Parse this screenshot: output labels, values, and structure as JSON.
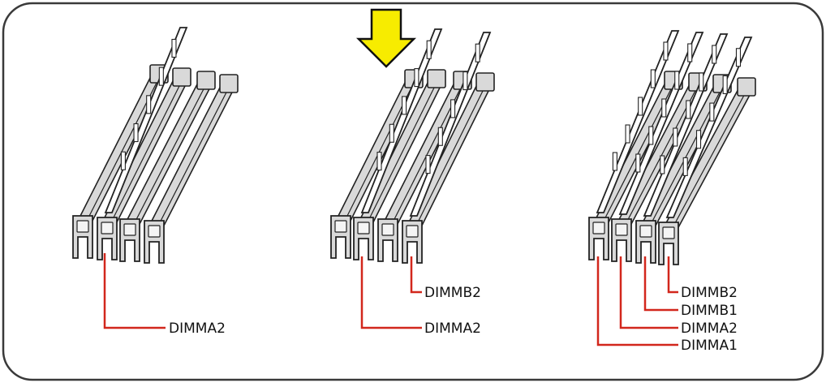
{
  "colors": {
    "frame": "#3a3a3a",
    "slot_fill": "#d9d9d9",
    "slot_stroke": "#222222",
    "module_fill": "#ffffff",
    "leader_line": "#d2271c",
    "arrow_fill": "#f7ec00",
    "label_text": "#111111"
  },
  "indicator": {
    "name": "arrow-down-icon",
    "points_at_configuration": 2
  },
  "configurations": [
    {
      "id": "config-1",
      "modules_installed": 1,
      "labels": [
        "DIMMA2"
      ]
    },
    {
      "id": "config-2",
      "modules_installed": 2,
      "labels": [
        "DIMMB2",
        "DIMMA2"
      ]
    },
    {
      "id": "config-3",
      "modules_installed": 4,
      "labels": [
        "DIMMB2",
        "DIMMB1",
        "DIMMA2",
        "DIMMA1"
      ]
    }
  ]
}
